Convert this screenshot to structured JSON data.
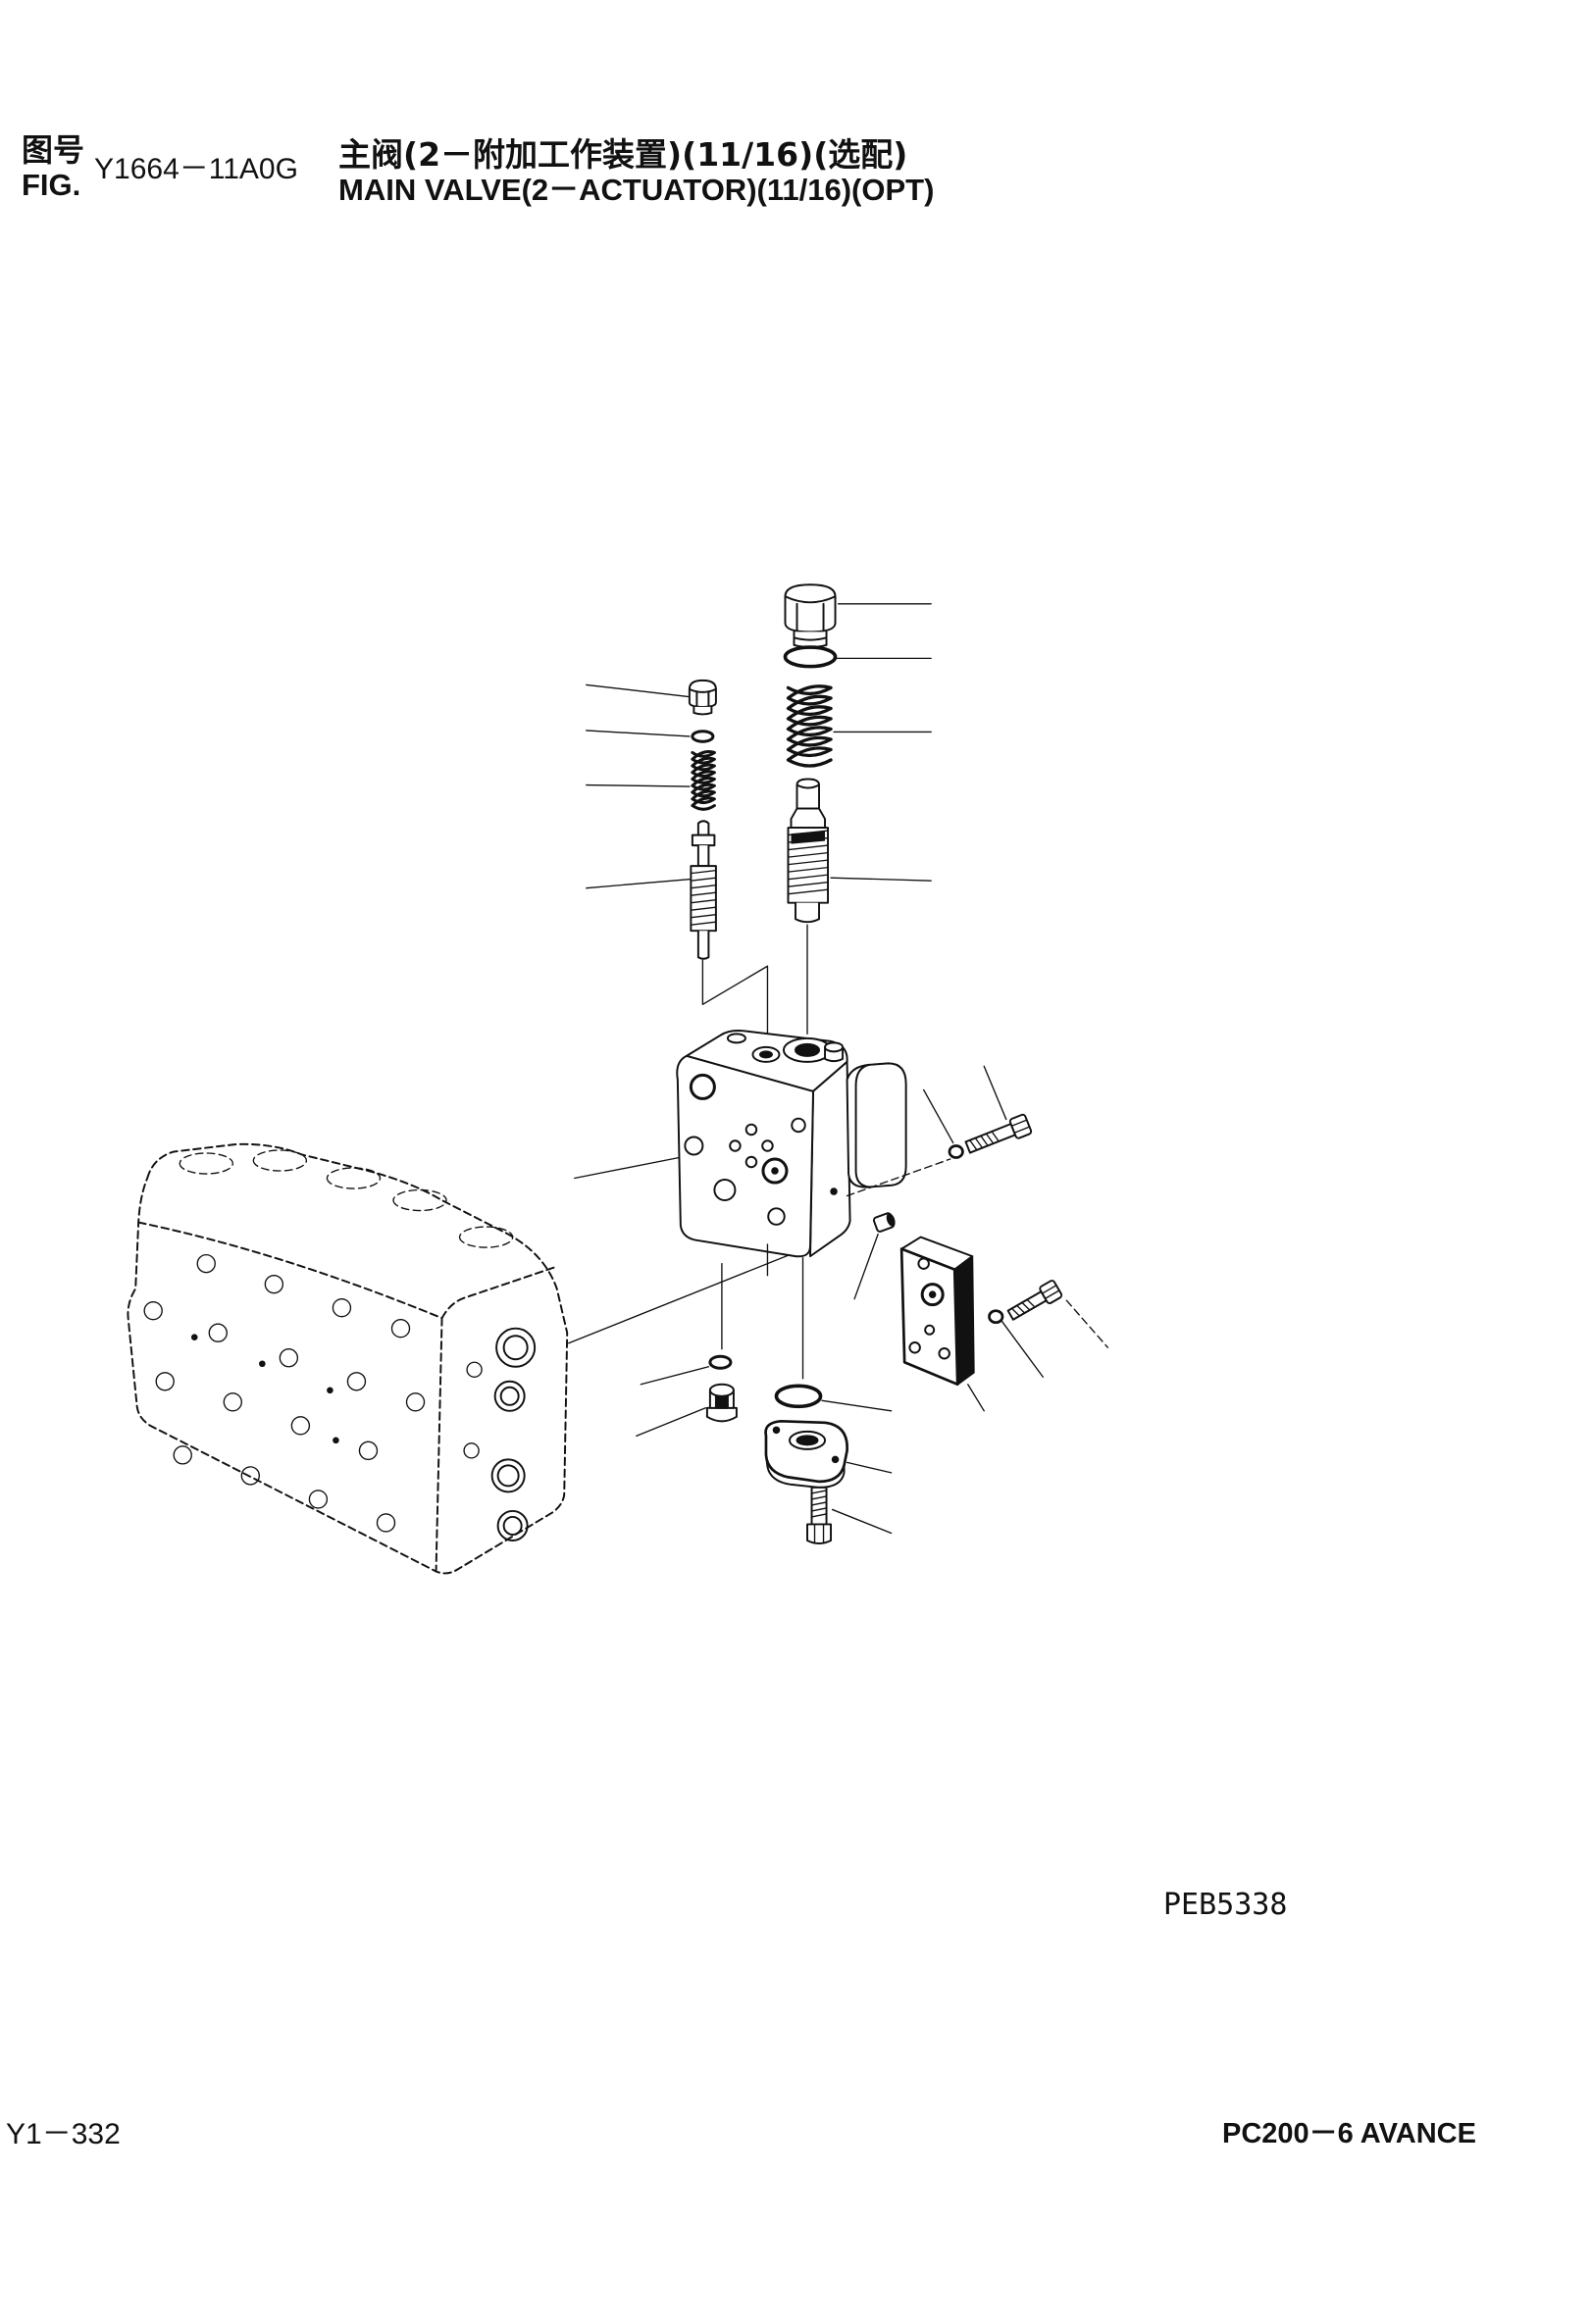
{
  "header": {
    "fig_label_cn": "图号",
    "fig_label_en": "FIG.",
    "fig_number": "Y1664－11A0G",
    "title_cn": "主阀(2－附加工作装置)(11/16)(选配)",
    "title_en": "MAIN VALVE(2－ACTUATOR)(11/16)(OPT)"
  },
  "drawing": {
    "code": "PEB5338"
  },
  "footer": {
    "page": "Y1－332",
    "model": "PC200－6 AVANCE"
  }
}
